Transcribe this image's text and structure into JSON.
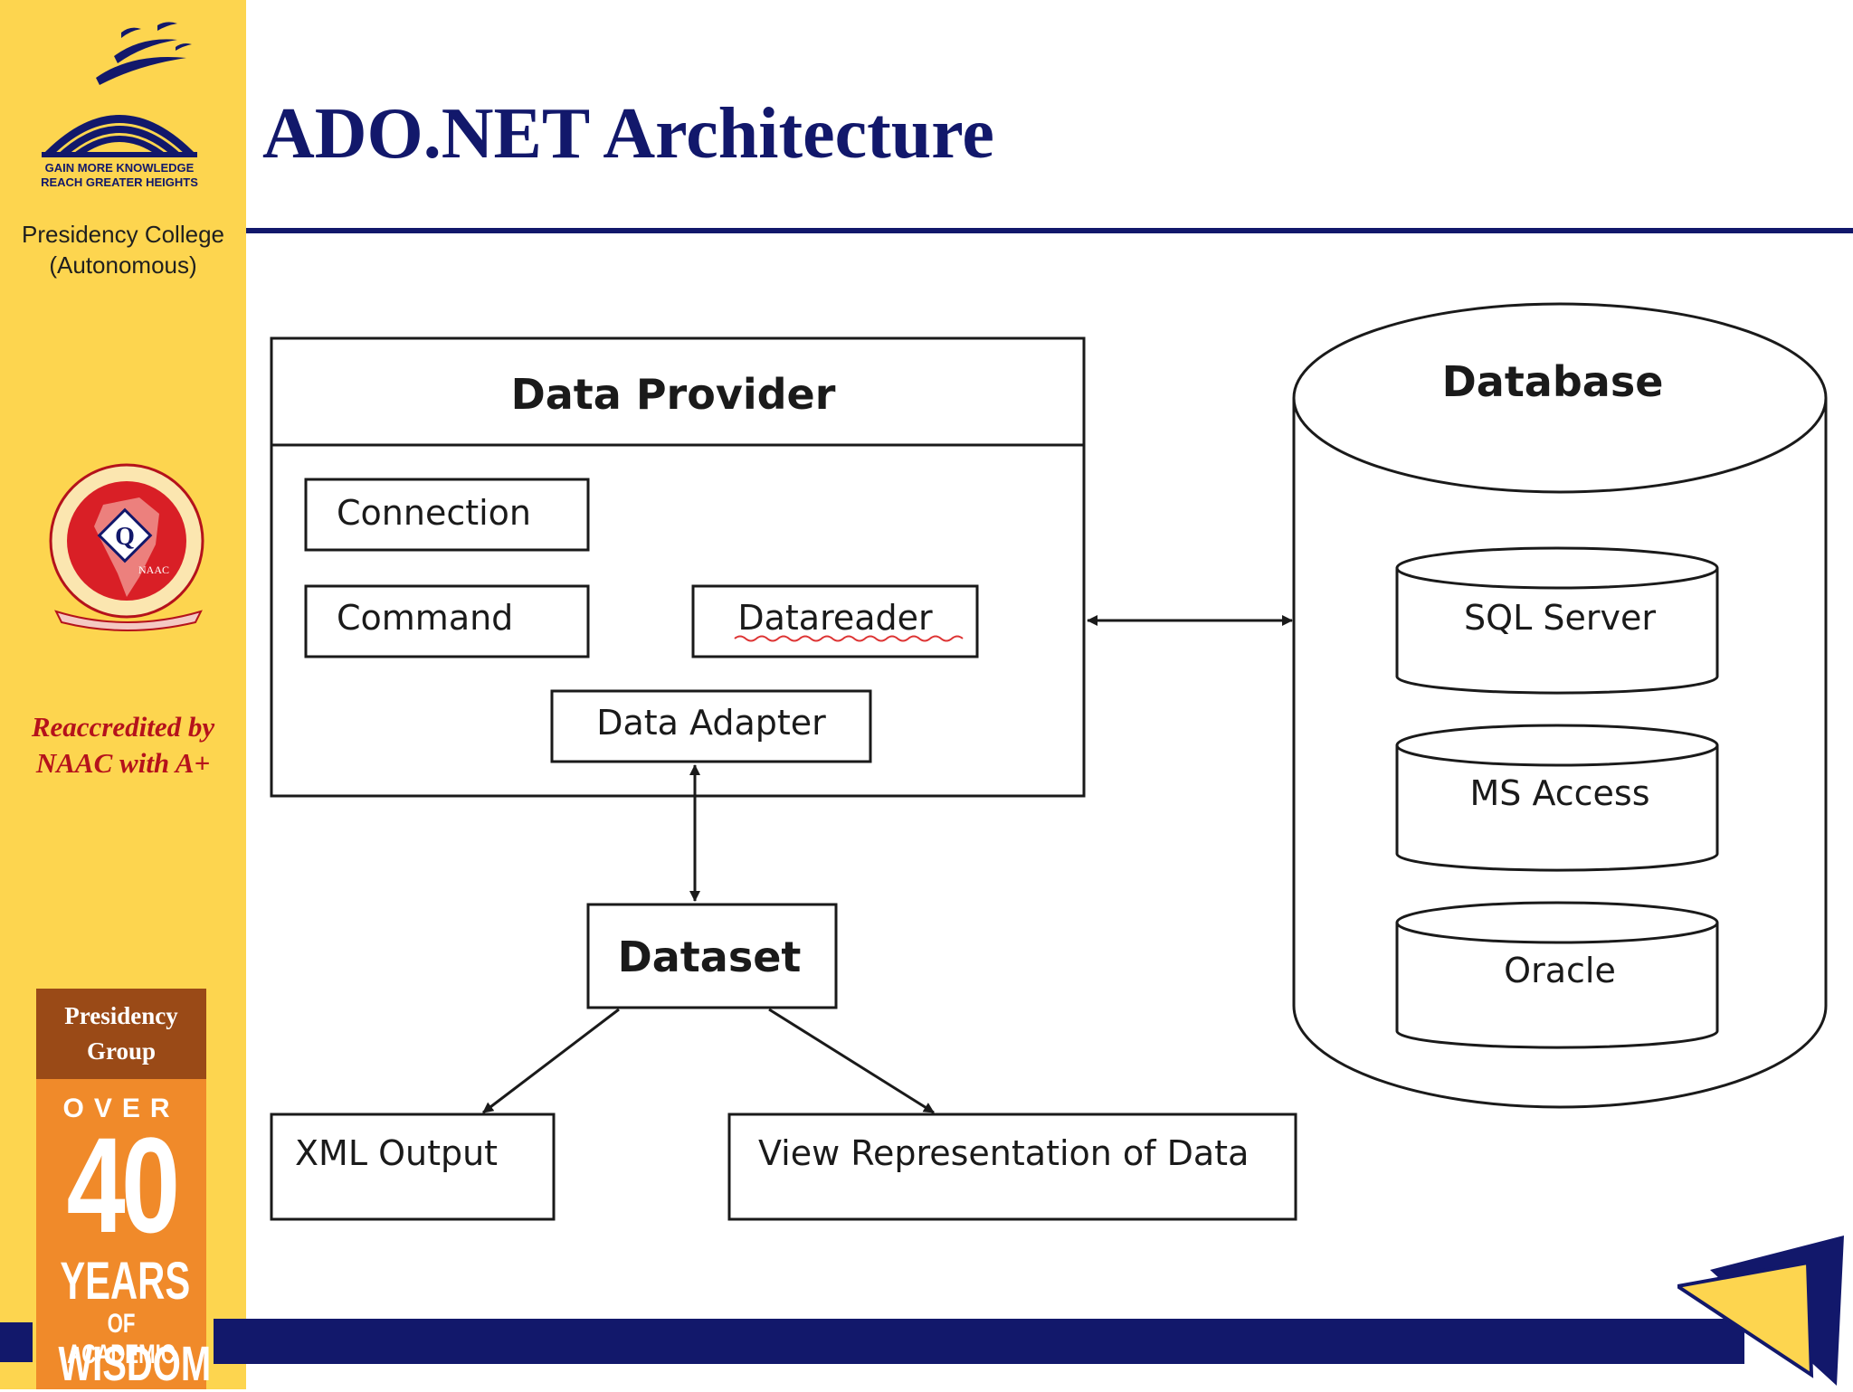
{
  "sidebar": {
    "logo_motto_line1": "GAIN MORE KNOWLEDGE",
    "logo_motto_line2": "REACH GREATER HEIGHTS",
    "college_line1": "Presidency College",
    "college_line2": "(Autonomous)",
    "naac_label": "NAAC",
    "accreditation_line1": "Reaccredited by",
    "accreditation_line2": "NAAC with A+",
    "group_line1": "Presidency",
    "group_line2": "Group",
    "anniversary": {
      "over": "OVER",
      "number": "40",
      "years": "YEARS",
      "of_academic": "OF ACADEMIC",
      "wisdom": "WISDOM"
    }
  },
  "slide": {
    "title": "ADO.NET Architecture"
  },
  "diagram": {
    "data_provider": {
      "title": "Data Provider",
      "connection": "Connection",
      "command": "Command",
      "datareader": "Datareader",
      "data_adapter": "Data Adapter"
    },
    "database": {
      "title": "Database",
      "sources": [
        "SQL Server",
        "MS Access",
        "Oracle"
      ]
    },
    "dataset": "Dataset",
    "xml_output": "XML Output",
    "view_representation": "View Representation of Data"
  },
  "colors": {
    "sidebar_yellow": "#fdd54f",
    "navy": "#12186b",
    "naac_red": "#b5121b",
    "badge_brown": "#9a4a17",
    "badge_orange": "#f08a2a"
  }
}
